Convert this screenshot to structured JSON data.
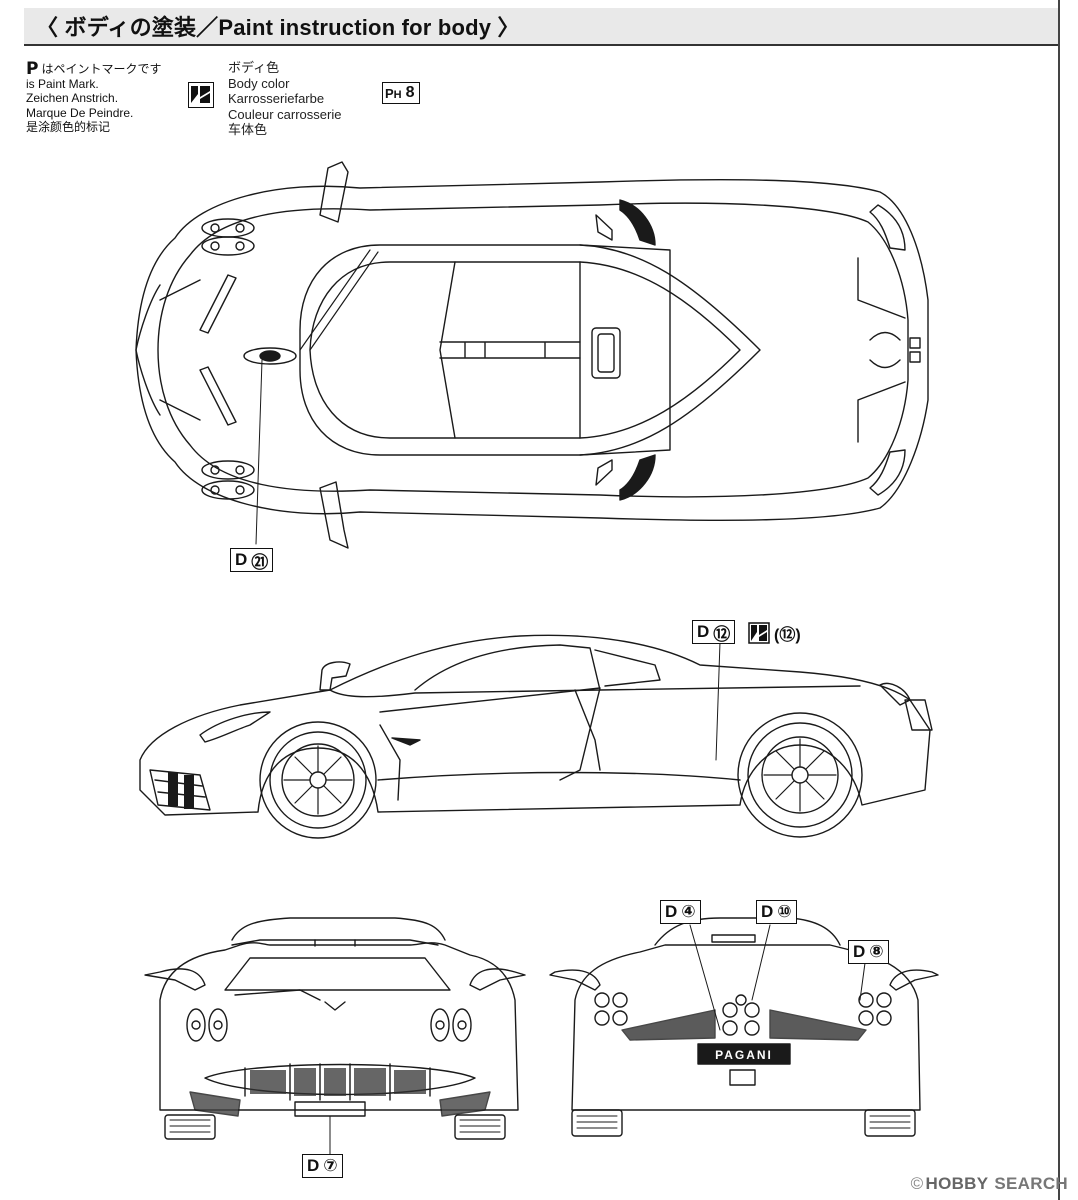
{
  "header": {
    "title": "〈 ボディの塗装／Paint instruction for body 〉"
  },
  "legend": {
    "paint_mark_symbol": "P",
    "paint_mark_lines": [
      "はペイントマークです",
      "is Paint Mark.",
      "Zeichen Anstrich.",
      "Marque De Peindre.",
      "是涂颜色的标记"
    ],
    "body_color_lines": [
      "ボディ色",
      "Body color",
      "Karrosseriefarbe",
      "Couleur carrosserie",
      "车体色"
    ],
    "body_color_icon": "body-color-pattern-icon",
    "paint_code_prefix": "H",
    "paint_code": "8"
  },
  "callouts": {
    "top_view": {
      "letter": "D",
      "number": "㉑"
    },
    "side_view": {
      "letter": "D",
      "number": "⑫",
      "extra": "(⑫)"
    },
    "front_view": {
      "letter": "D",
      "number": "⑦"
    },
    "rear_left": {
      "letter": "D",
      "number": "④"
    },
    "rear_mid": {
      "letter": "D",
      "number": "⑩"
    },
    "rear_right": {
      "letter": "D",
      "number": "⑧"
    }
  },
  "rear_plate": "PAGANI",
  "watermark": {
    "brand": "HOBBY",
    "suffix": "SEARCH"
  },
  "colors": {
    "line": "#1a1a1a",
    "header_bg": "#e9e9e9"
  }
}
